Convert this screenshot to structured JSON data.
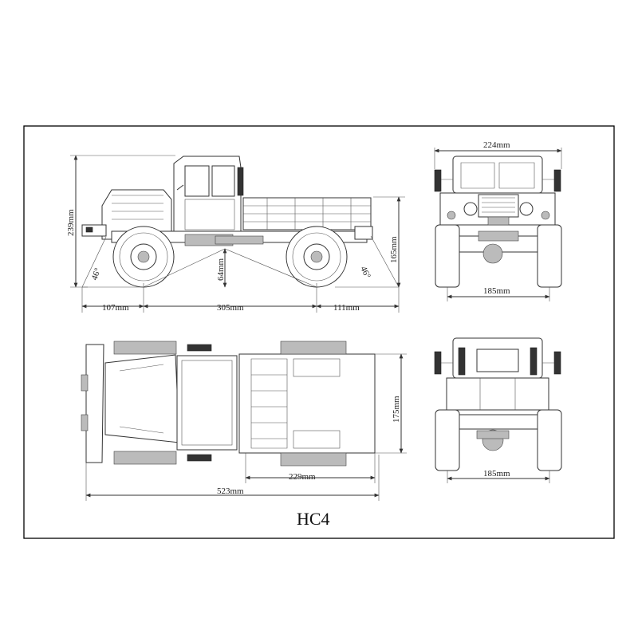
{
  "drawing": {
    "title": "HC4",
    "side_view": {
      "height": "239mm",
      "bed_height": "165mm",
      "ground_clearance": "64mm",
      "approach_angle": "46°",
      "departure_angle": "46°",
      "front_overhang": "107mm",
      "wheelbase": "305mm",
      "rear_overhang": "111mm"
    },
    "front_view": {
      "top_width": "224mm",
      "track": "185mm"
    },
    "top_view": {
      "bed_width": "175mm",
      "bed_length": "229mm",
      "overall_length": "523mm"
    },
    "rear_view": {
      "track": "185mm"
    }
  },
  "colors": {
    "line": "#333333",
    "border": "#000000",
    "background": "#ffffff"
  }
}
